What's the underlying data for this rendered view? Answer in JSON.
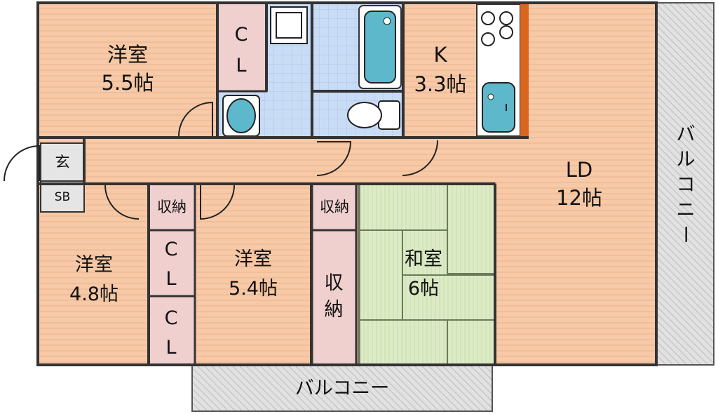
{
  "rooms": {
    "western_nw": {
      "name": "洋室",
      "size": "5.5帖"
    },
    "kitchen": {
      "name": "K",
      "size": "3.3帖"
    },
    "ld": {
      "name": "LD",
      "size": "12帖"
    },
    "western_sw": {
      "name": "洋室",
      "size": "4.8帖"
    },
    "western_center": {
      "name": "洋室",
      "size": "5.4帖"
    },
    "japanese": {
      "name": "和室",
      "size": "6帖"
    }
  },
  "closets": {
    "cl_top": [
      "C",
      "L"
    ],
    "cl_mid": [
      "C",
      "L"
    ],
    "cl_bottom": [
      "C",
      "L"
    ]
  },
  "storage": {
    "left": "収納",
    "center": "収納",
    "vertical": [
      "収",
      "納"
    ]
  },
  "entrance": {
    "label": "玄",
    "shoe_box": "SB"
  },
  "balcony": {
    "east": [
      "バ",
      "ル",
      "コ",
      "ニ",
      "ー"
    ],
    "south": "バルコニー"
  },
  "colors": {
    "room_floor": "#f7c9a6",
    "closet": "#f0cfcf",
    "tatami": "#dcebc6",
    "wet_area": "#c9dcf5",
    "balcony": "#e1e1e1",
    "fixture_blue": "#5db8cc",
    "wall": "#333333"
  }
}
